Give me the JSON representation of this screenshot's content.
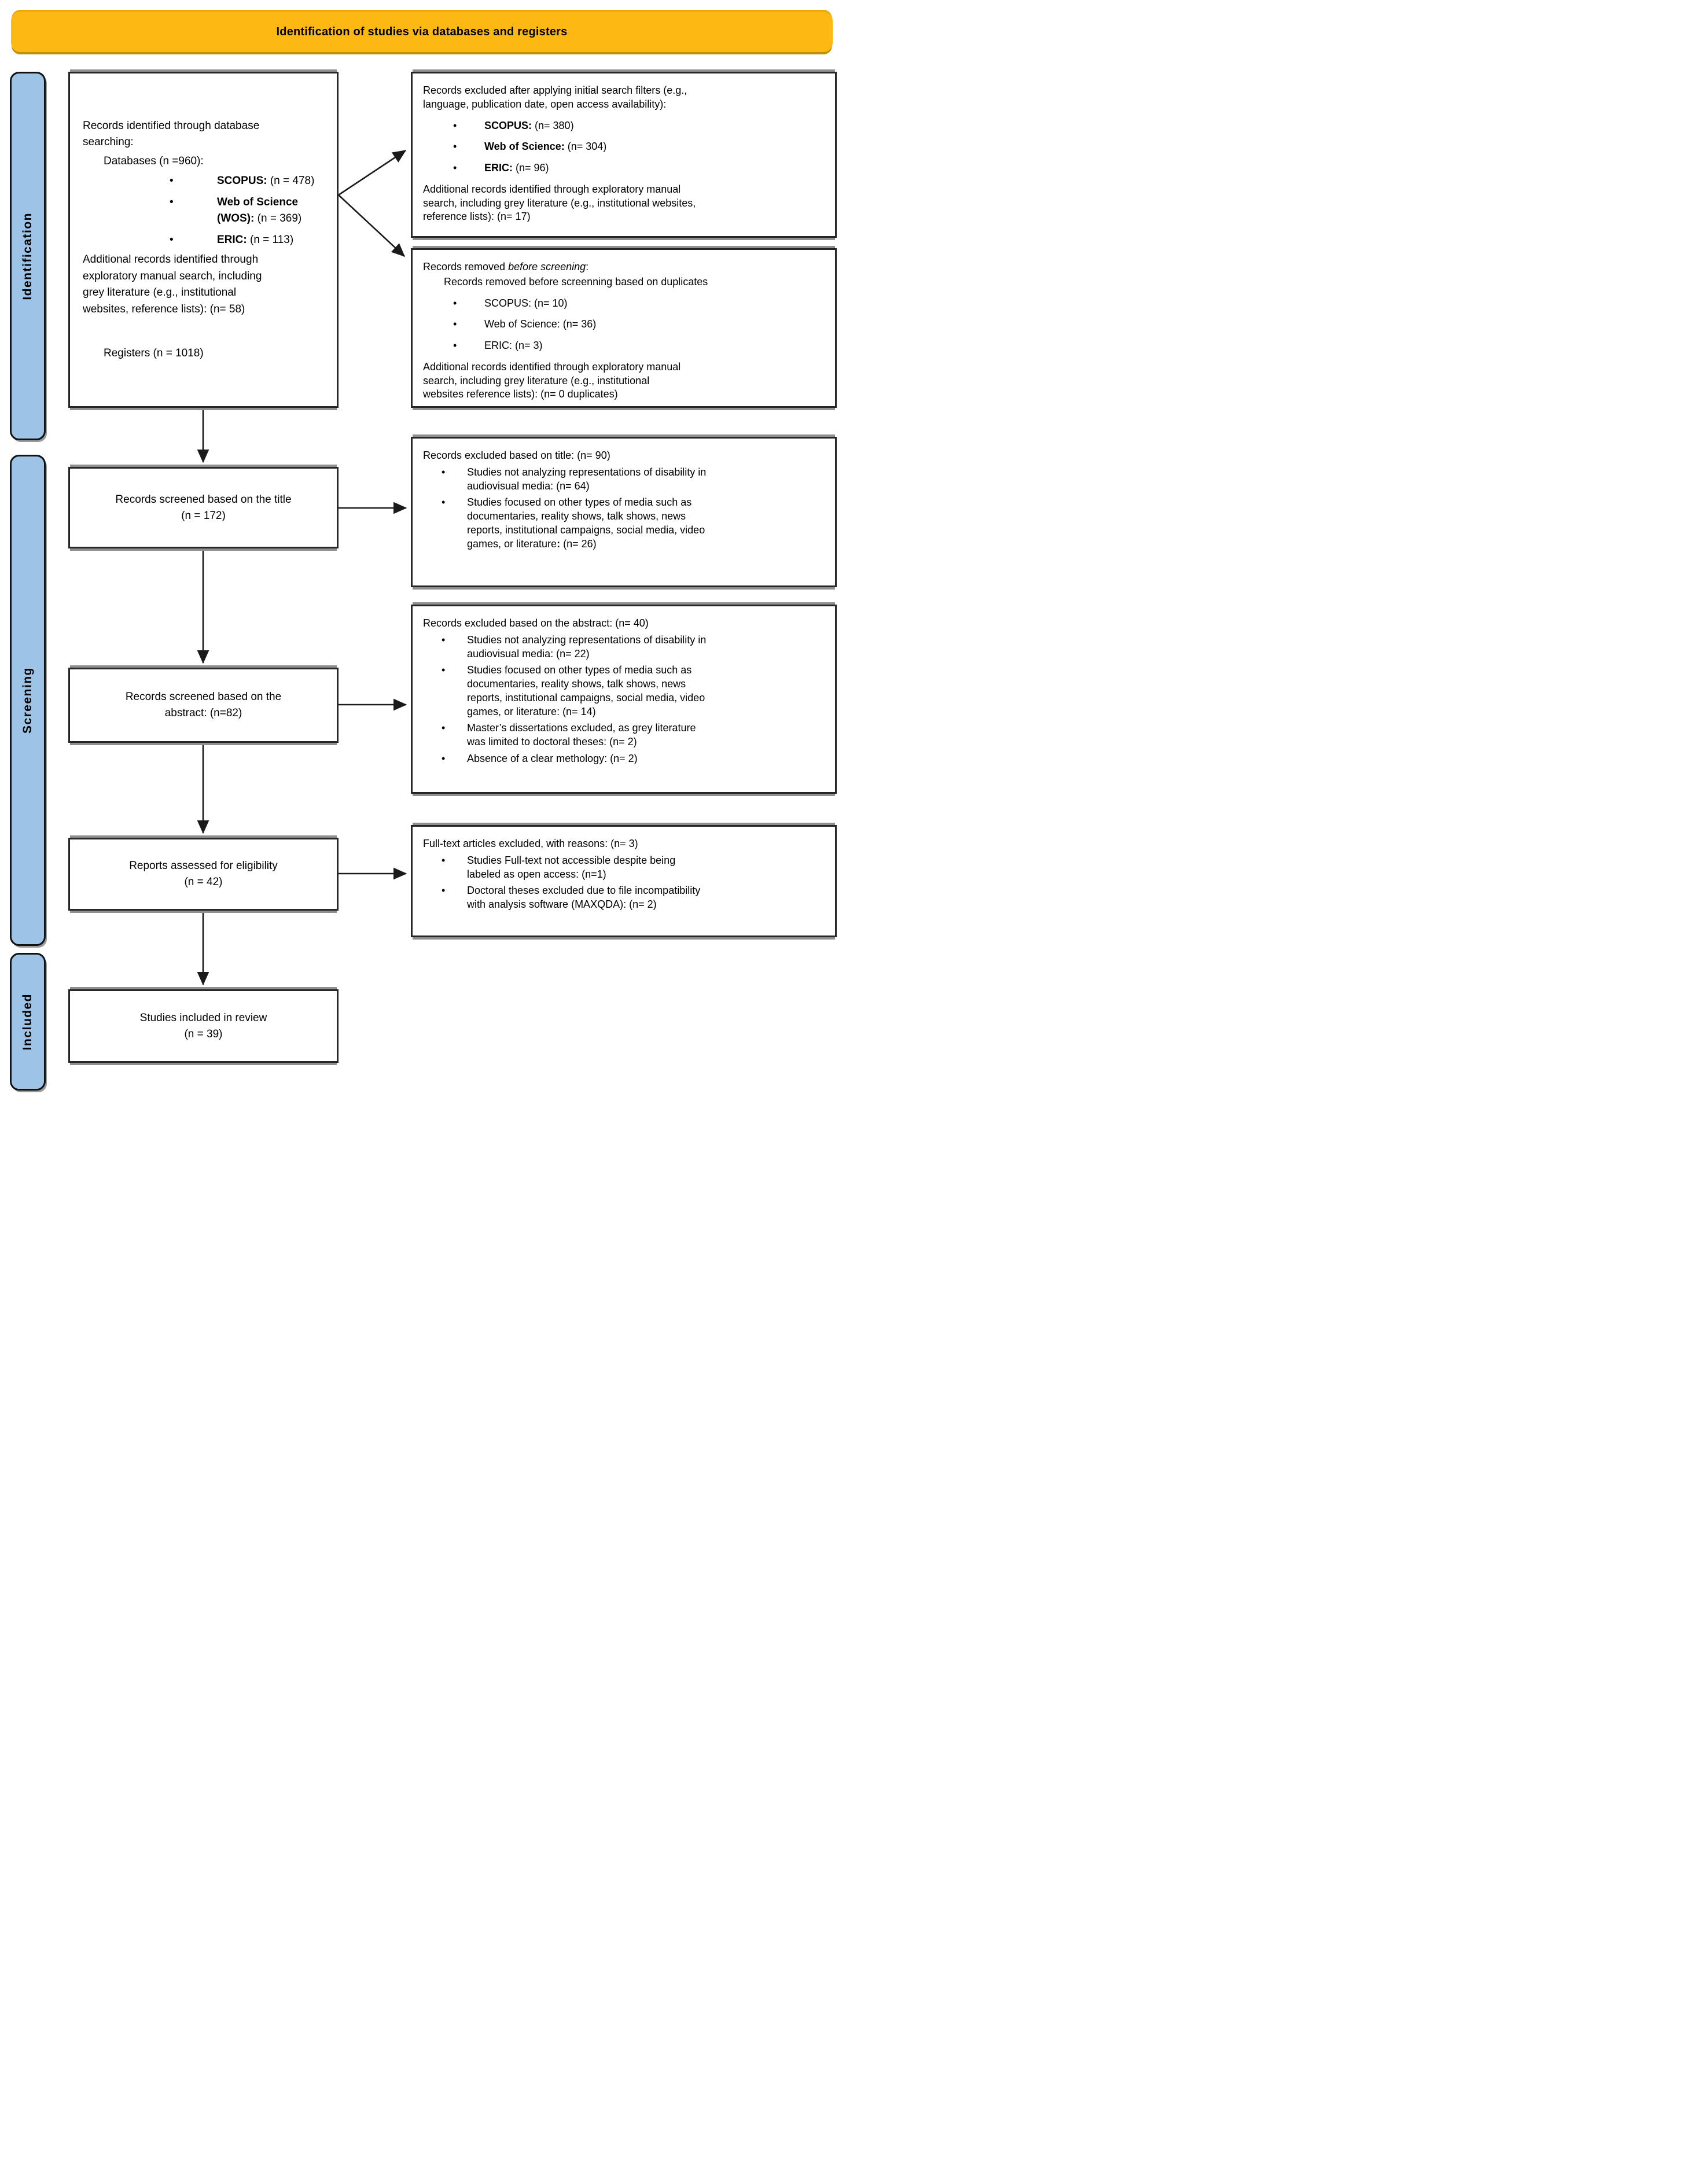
{
  "meta": {
    "bullet": "•"
  },
  "palette": {
    "banner_fill": "#FDB813",
    "banner_shadow": "#BF9000",
    "sidebar_fill": "#9DC3E6",
    "box_border": "#262626",
    "box_shadow_gray": "#8F8F8F",
    "arrow_color": "#1A1A1A",
    "text_color": "#000000"
  },
  "banner": {
    "title": "Identification of studies via databases and registers"
  },
  "sidebar": [
    {
      "label": "Identification"
    },
    {
      "label": "Screening"
    },
    {
      "label": "Included"
    }
  ],
  "boxes": {
    "identified": {
      "blocks": [
        {
          "type": "p",
          "runs": [
            {
              "t": "Records identified through database\nsearching:"
            }
          ]
        },
        {
          "type": "p",
          "ind": true,
          "runs": [
            {
              "t": "Databases (n =960):"
            }
          ]
        },
        {
          "type": "li",
          "runs": [
            {
              "t": "SCOPUS:",
              "b": true
            },
            {
              "t": " (n = 478)"
            }
          ]
        },
        {
          "type": "li",
          "runs": [
            {
              "t": "Web of Science\n(WOS):",
              "b": true
            },
            {
              "t": " (n = 369)"
            }
          ]
        },
        {
          "type": "li",
          "runs": [
            {
              "t": "ERIC:",
              "b": true
            },
            {
              "t": " (n = 113)"
            }
          ]
        },
        {
          "type": "p",
          "runs": [
            {
              "t": "Additional records identified through\nexploratory manual search, including\ngrey literature (e.g., institutional\nwebsites, reference lists): (n= 58)"
            }
          ]
        },
        {
          "type": "p",
          "ind": true,
          "gap": true,
          "runs": [
            {
              "t": "Registers (n = 1018)"
            }
          ]
        }
      ]
    },
    "excluded_filters": {
      "blocks": [
        {
          "type": "p",
          "runs": [
            {
              "t": "Records excluded after applying initial search filters (e.g.,\nlanguage, publication date, open access availability):"
            }
          ]
        },
        {
          "type": "li",
          "runs": [
            {
              "t": "SCOPUS:",
              "b": true
            },
            {
              "t": " (n= 380)"
            }
          ]
        },
        {
          "type": "li",
          "runs": [
            {
              "t": "Web of Science:",
              "b": true
            },
            {
              "t": " (n= 304)"
            }
          ]
        },
        {
          "type": "li",
          "runs": [
            {
              "t": "ERIC:",
              "b": true
            },
            {
              "t": " (n= 96)"
            }
          ]
        },
        {
          "type": "p",
          "runs": [
            {
              "t": "Additional records identified through exploratory manual\nsearch, including grey literature (e.g., institutional websites,\nreference lists): (n= 17)"
            }
          ]
        }
      ]
    },
    "removed_before_screening": {
      "blocks": [
        {
          "type": "p",
          "runs": [
            {
              "t": "Records removed "
            },
            {
              "t": "before screening",
              "i": true
            },
            {
              "t": ":"
            }
          ]
        },
        {
          "type": "p",
          "ind": true,
          "runs": [
            {
              "t": "Records removed before screenning based on duplicates"
            }
          ]
        },
        {
          "type": "li",
          "runs": [
            {
              "t": "SCOPUS: (n= 10)"
            }
          ]
        },
        {
          "type": "li",
          "runs": [
            {
              "t": "Web of Science: (n= 36)"
            }
          ]
        },
        {
          "type": "li",
          "runs": [
            {
              "t": "ERIC: (n= 3)"
            }
          ]
        },
        {
          "type": "p",
          "runs": [
            {
              "t": "Additional records identified through exploratory manual\nsearch, including grey literature (e.g., institutional\nwebsites reference lists): (n= 0 duplicates)"
            }
          ]
        }
      ]
    },
    "screened_title": {
      "text": "Records screened based on the title\n(n = 172)"
    },
    "excluded_title": {
      "blocks": [
        {
          "type": "p",
          "runs": [
            {
              "t": "Records excluded based on title: (n= 90)"
            }
          ]
        },
        {
          "type": "li",
          "runs": [
            {
              "t": "Studies not analyzing representations of disability in\naudiovisual media: (n= 64)"
            }
          ]
        },
        {
          "type": "li",
          "runs": [
            {
              "t": "Studies focused on other types of media such as\ndocumentaries, reality shows, talk shows, news\nreports, institutional campaigns, social media, video\ngames, or literature"
            },
            {
              "t": ":",
              "b": true
            },
            {
              "t": " (n= 26)"
            }
          ]
        }
      ]
    },
    "screened_abstract": {
      "text": "Records screened based on the\nabstract: (n=82)"
    },
    "excluded_abstract": {
      "blocks": [
        {
          "type": "p",
          "runs": [
            {
              "t": "Records excluded based on the abstract: (n= 40)"
            }
          ]
        },
        {
          "type": "li",
          "runs": [
            {
              "t": "Studies not analyzing representations of disability in\naudiovisual media: (n= 22)"
            }
          ]
        },
        {
          "type": "li",
          "runs": [
            {
              "t": "Studies focused on other types of media such as\ndocumentaries, reality shows, talk shows, news\nreports, institutional campaigns, social media, video\ngames, or literature: (n= 14)"
            }
          ]
        },
        {
          "type": "li",
          "runs": [
            {
              "t": "Master’s dissertations excluded, as grey literature\nwas limited to doctoral theses: (n= 2)"
            }
          ]
        },
        {
          "type": "li",
          "runs": [
            {
              "t": "Absence of a clear methology: (n= 2)"
            }
          ]
        }
      ]
    },
    "assessed_eligibility": {
      "text": "Reports assessed for eligibility\n(n = 42)"
    },
    "excluded_fulltext": {
      "blocks": [
        {
          "type": "p",
          "runs": [
            {
              "t": "Full-text articles excluded, with reasons: (n= 3)"
            }
          ]
        },
        {
          "type": "li",
          "runs": [
            {
              "t": "Studies Full-text not accessible despite being\nlabeled as open access: (n=1)"
            }
          ]
        },
        {
          "type": "li",
          "runs": [
            {
              "t": "Doctoral theses excluded due to file incompatibility\nwith analysis software (MAXQDA): (n= 2)"
            }
          ]
        }
      ]
    },
    "included_review": {
      "text": "Studies included in review\n(n = 39)"
    }
  }
}
